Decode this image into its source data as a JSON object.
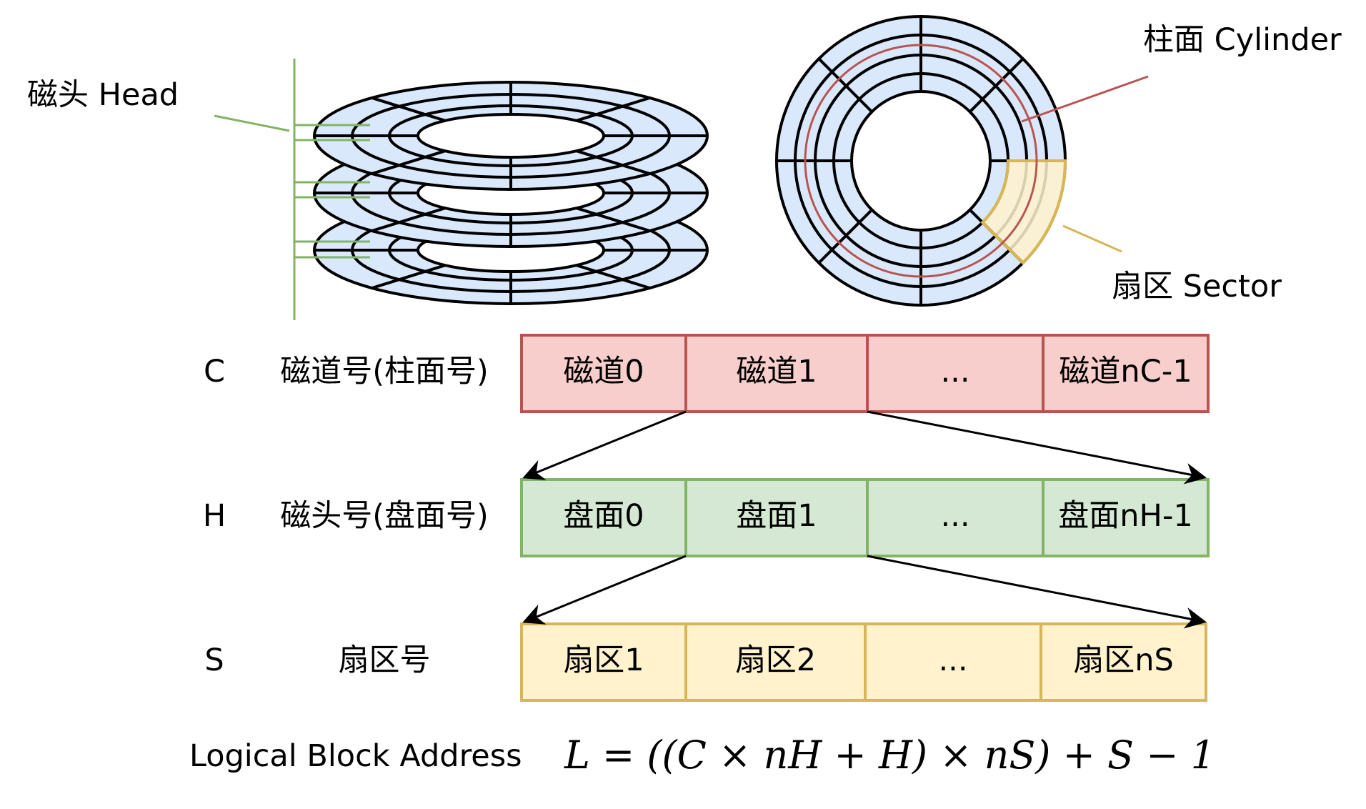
{
  "head_label": "磁头 Head",
  "cylinder_label": "柱面 Cylinder",
  "sector_label": "扇区 Sector",
  "rows": [
    {
      "letter": "C",
      "name": "磁道号(柱面号)",
      "cells": [
        "磁道0",
        "磁道1",
        "...",
        "磁道nC-1"
      ],
      "fill": "#f8cecc",
      "stroke": "#b85450"
    },
    {
      "letter": "H",
      "name": "磁头号(盘面号)",
      "cells": [
        "盘面0",
        "盘面1",
        "...",
        "盘面nH-1"
      ],
      "fill": "#d5e8d4",
      "stroke": "#82b366"
    },
    {
      "letter": "S",
      "name": "扇区号",
      "cells": [
        "扇区1",
        "扇区2",
        "...",
        "扇区nS"
      ],
      "fill": "#fff2cc",
      "stroke": "#d6b656"
    }
  ],
  "lba_label": "Logical Block Address",
  "formula": "L = ((C × nH + H) × nS) + S − 1",
  "colors": {
    "platter_fill": "#dae8fc",
    "head_line": "#82b366",
    "cylinder_line": "#b85450",
    "sector_fill": "#fff2cc",
    "sector_line": "#d6b656"
  }
}
